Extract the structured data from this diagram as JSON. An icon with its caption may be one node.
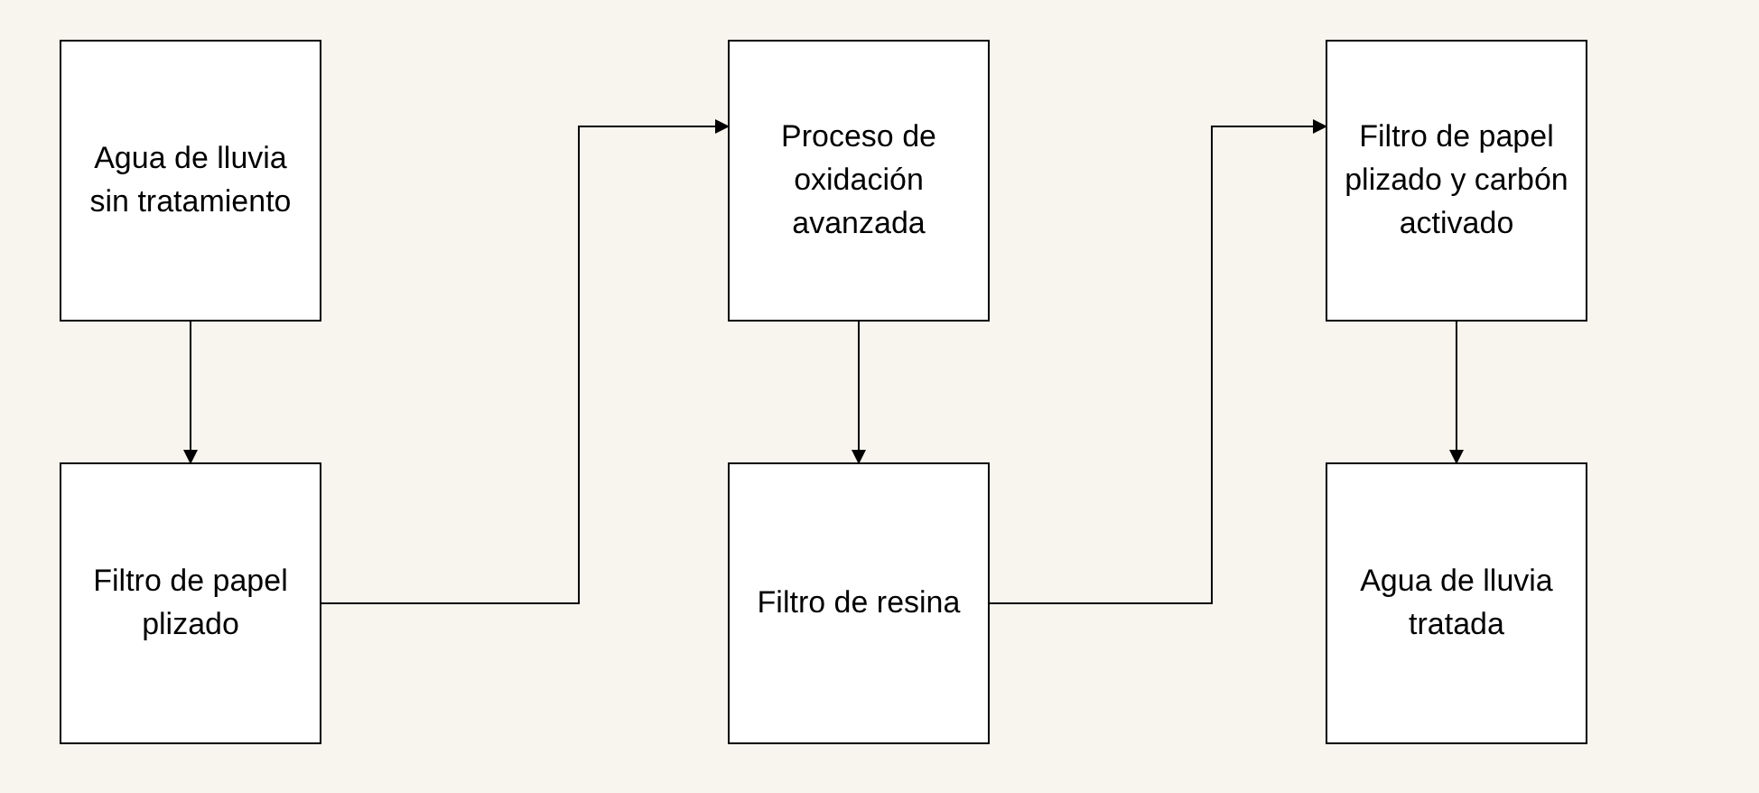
{
  "diagram": {
    "nodes": [
      {
        "text": [
          "Agua de lluvia sin tratamiento"
        ]
      },
      {
        "text": [
          "Filtro de papel plizado"
        ]
      },
      {
        "text": [
          "Proceso de oxidación avanzada"
        ]
      },
      {
        "text": [
          "Filtro de resina"
        ]
      },
      {
        "text": [
          "Filtro de papel plizado y carbón activado"
        ]
      },
      {
        "text": [
          "Agua de lluvia tratada"
        ]
      }
    ],
    "edges": [
      {
        "from": 0,
        "to": 1,
        "arrow": "to"
      },
      {
        "from": 1,
        "to": 2,
        "arrow": "to"
      },
      {
        "from": 2,
        "to": 3,
        "arrow": "to"
      },
      {
        "from": 3,
        "to": 4,
        "arrow": "to"
      },
      {
        "from": 4,
        "to": 5,
        "arrow": "to"
      }
    ]
  }
}
